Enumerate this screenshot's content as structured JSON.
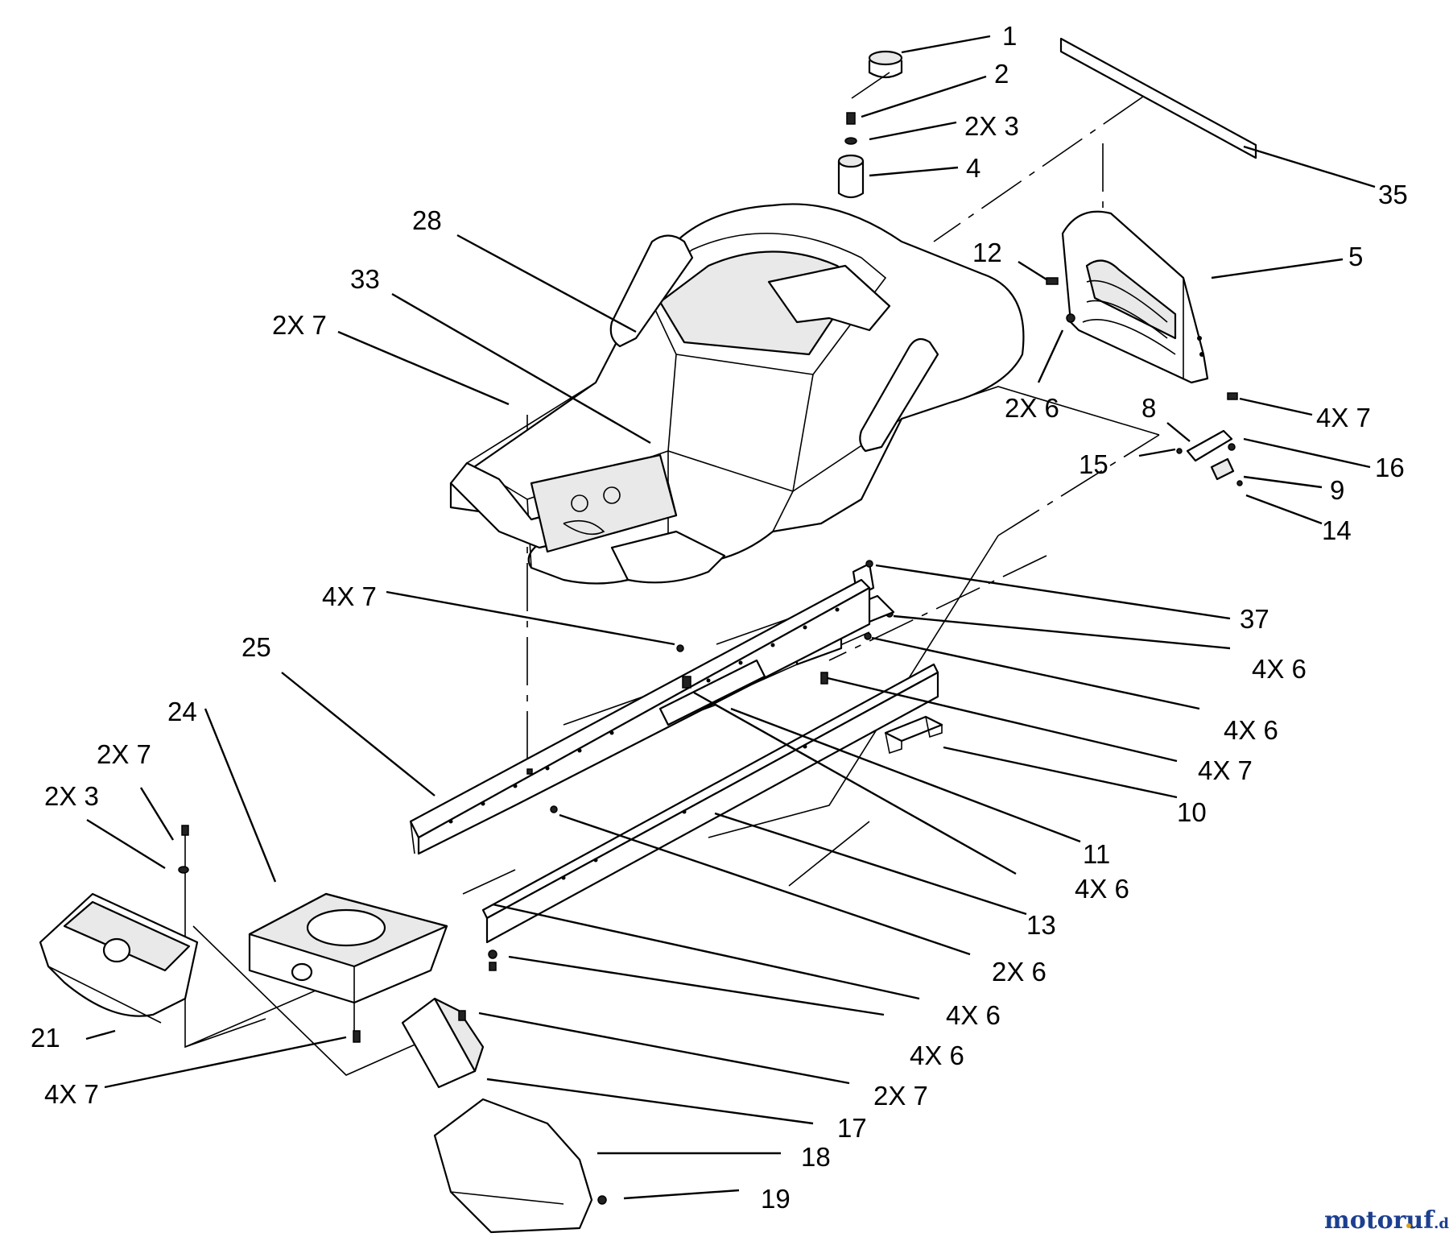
{
  "callouts": {
    "c1": "1",
    "c2": "2",
    "c3": "2X 3",
    "c4": "4",
    "c35": "35",
    "c5": "5",
    "c28": "28",
    "c33": "33",
    "c7a": "2X 7",
    "c12": "12",
    "c6a": "2X 6",
    "c7b": "4X 7",
    "c8": "8",
    "c15": "15",
    "c16": "16",
    "c9": "9",
    "c14": "14",
    "c37": "37",
    "c7c": "4X 7",
    "c6b": "4X 6",
    "c25": "25",
    "c6c": "4X 6",
    "c24": "24",
    "c7d": "4X 7",
    "c7e": "2X 7",
    "c10": "10",
    "c3b": "2X 3",
    "c11": "11",
    "c6d": "4X 6",
    "c13": "13",
    "c6e": "2X 6",
    "c21": "21",
    "c6f": "4X 6",
    "c6g": "4X 6",
    "c7f": "4X 7",
    "c7g": "2X 7",
    "c17": "17",
    "c18": "18",
    "c19": "19"
  },
  "watermark": {
    "text_main": "motoruf",
    "text_tld": ".de",
    "main_color": "#1c3f8f",
    "dot_color": "#e0a020"
  }
}
